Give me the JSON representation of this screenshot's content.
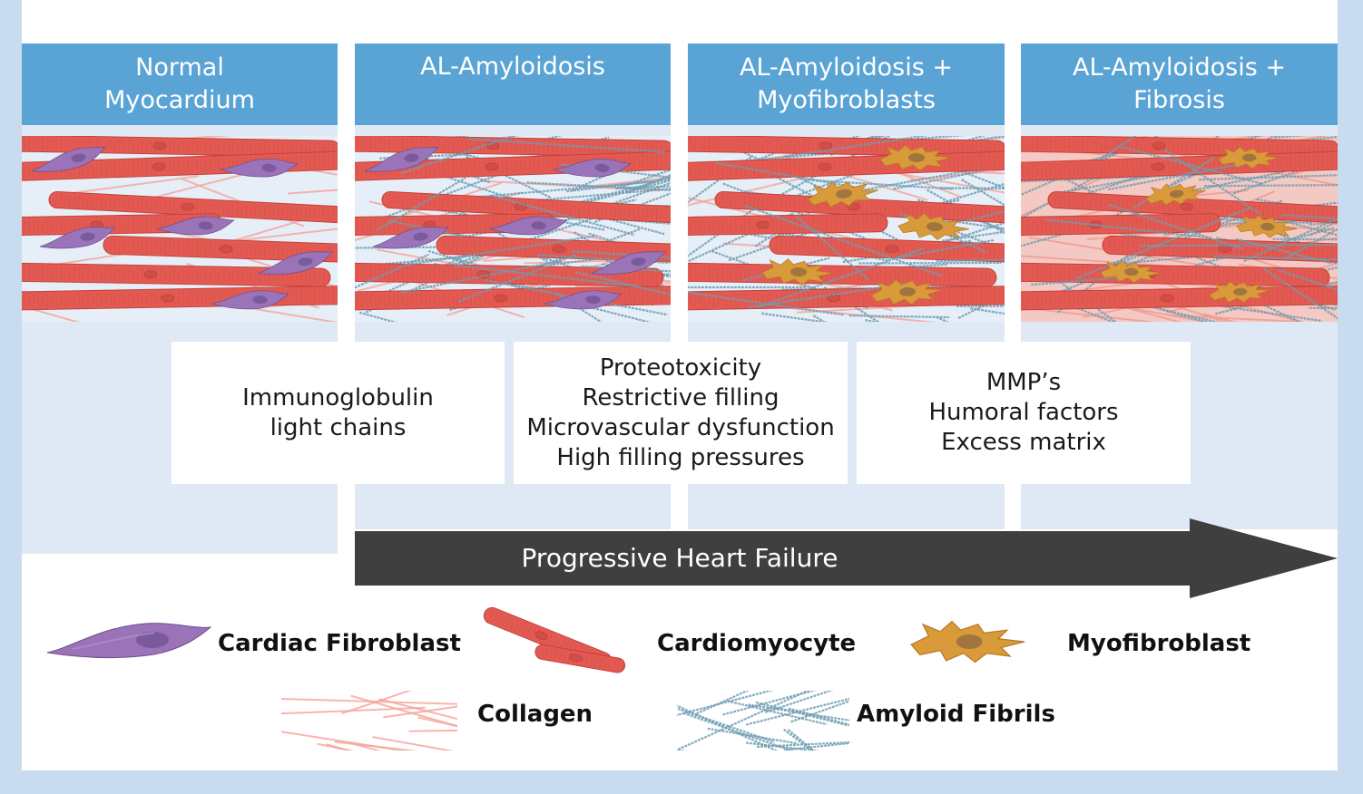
{
  "columns": [
    {
      "title_lines": [
        "Normal",
        "Myocardium"
      ],
      "amyloid": false,
      "fibroblasts": "normal",
      "myofibroblasts": false,
      "fibrosis": false
    },
    {
      "title_lines": [
        "AL-Amyloidosis"
      ],
      "amyloid": true,
      "fibroblasts": "normal",
      "myofibroblasts": false,
      "fibrosis": false
    },
    {
      "title_lines": [
        "AL-Amyloidosis +",
        "Myofibroblasts"
      ],
      "amyloid": true,
      "fibroblasts": "none",
      "myofibroblasts": true,
      "fibrosis": false
    },
    {
      "title_lines": [
        "AL-Amyloidosis +",
        "Fibrosis"
      ],
      "amyloid": true,
      "fibroblasts": "none",
      "myofibroblasts": true,
      "fibrosis": true
    }
  ],
  "mechanisms": [
    {
      "lines": [
        "Immunoglobulin",
        "light chains"
      ]
    },
    {
      "lines": [
        "Proteotoxicity",
        "Restrictive filling",
        "Microvascular dysfunction",
        "High filling pressures"
      ]
    },
    {
      "lines": [
        "MMP’s",
        "Humoral factors",
        "Excess matrix"
      ]
    }
  ],
  "arrow": {
    "label": "Progressive Heart Failure",
    "color": "#3f3f3f"
  },
  "legend": {
    "cardiac_fibroblast": "Cardiac Fibroblast",
    "cardiomyocyte": "Cardiomyocyte",
    "myofibroblast": "Myofibroblast",
    "collagen": "Collagen",
    "amyloid_fibrils": "Amyloid Fibrils"
  },
  "colors": {
    "header": "#5aa3d5",
    "cardiomyocyte": "#e35a52",
    "fibroblast": "#8e67ae",
    "myofibroblast": "#d99a3a",
    "collagen": "#f4a59a",
    "amyloid": "#6f9eb3",
    "background": "#c9dcef"
  }
}
